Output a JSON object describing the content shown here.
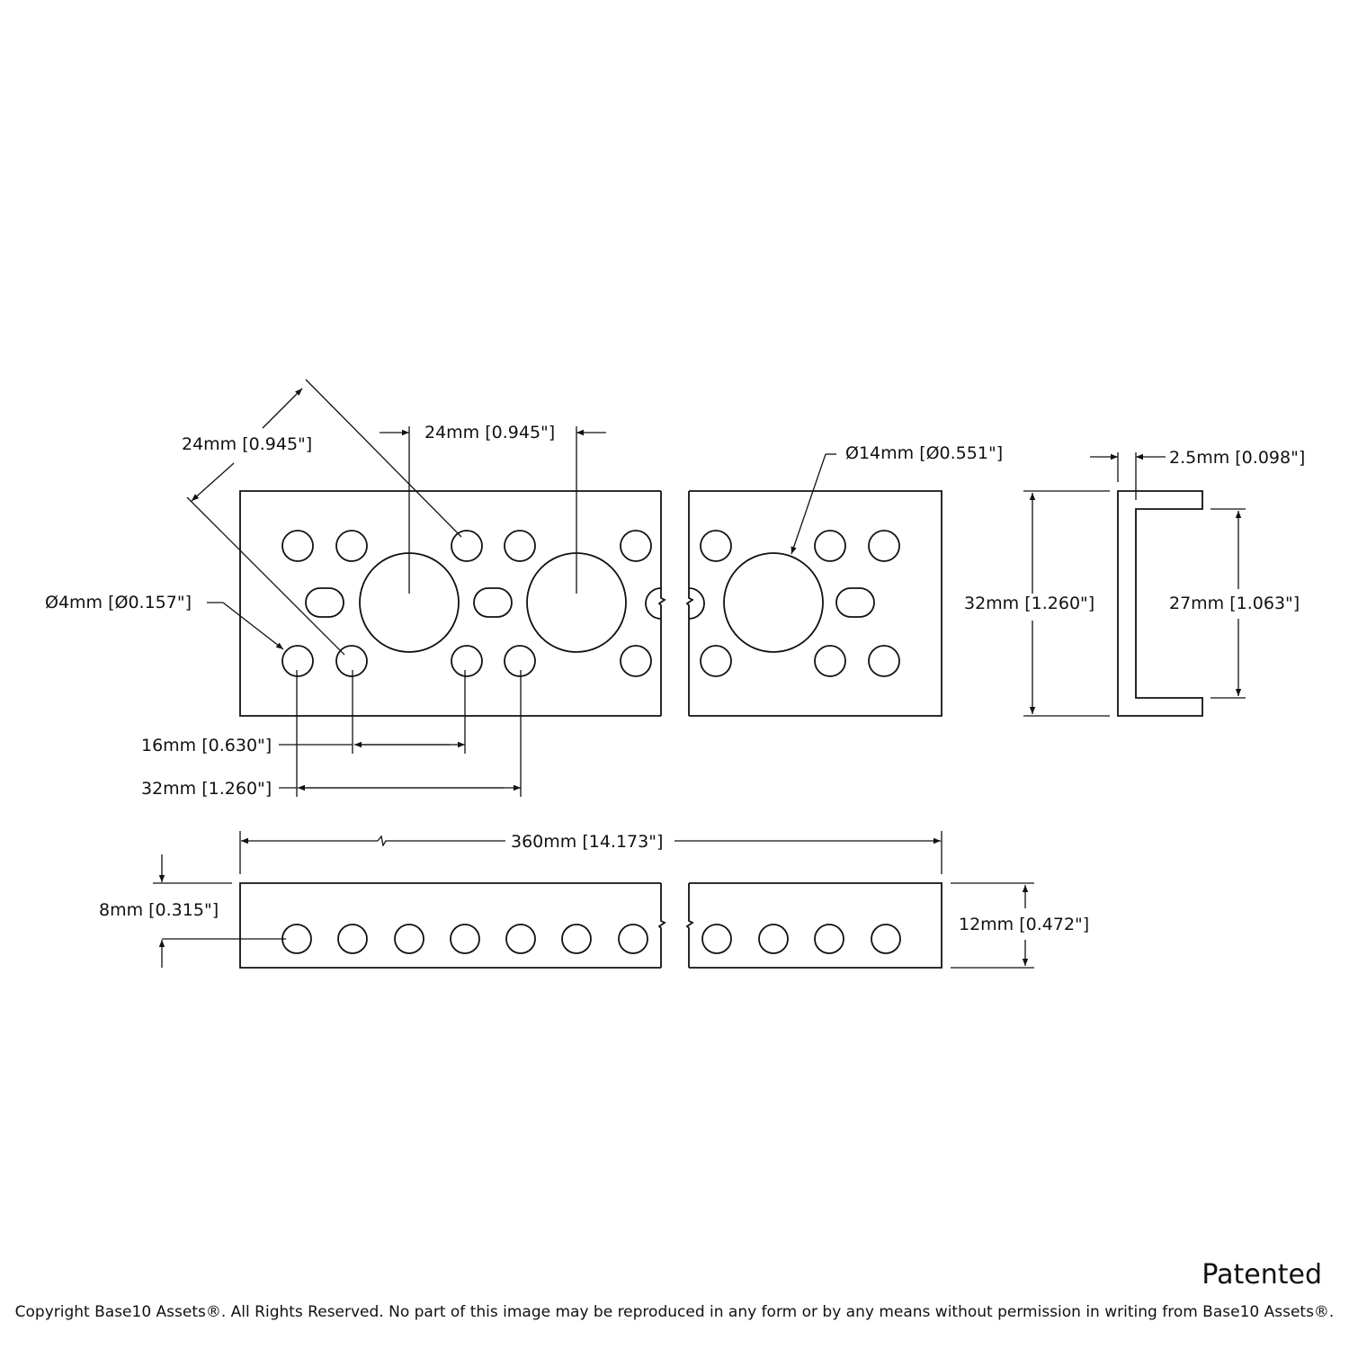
{
  "dimensions": {
    "diag_pitch": "24mm [0.945\"]",
    "center_pitch": "24mm [0.945\"]",
    "large_hole": "Ø14mm [Ø0.551\"]",
    "wall": "2.5mm [0.098\"]",
    "small_hole": "Ø4mm [Ø0.157\"]",
    "height": "32mm [1.260\"]",
    "inner_height": "27mm [1.063\"]",
    "pitch_16": "16mm [0.630\"]",
    "pitch_32": "32mm [1.260\"]",
    "length": "360mm [14.173\"]",
    "side_offset": "8mm [0.315\"]",
    "side_height": "12mm [0.472\"]"
  },
  "patented": "Patented",
  "copyright": "Copyright Base10 Assets®.  All Rights Reserved. No part of this image may be reproduced in any form or by any means without permission in writing from Base10 Assets®."
}
